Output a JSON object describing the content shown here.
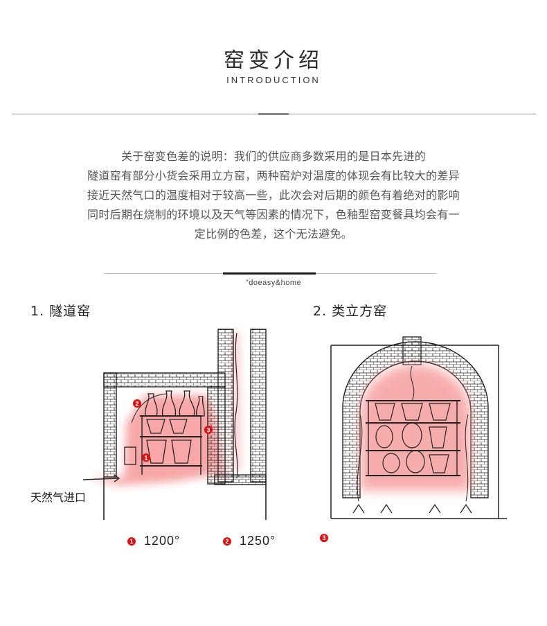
{
  "header": {
    "title": "窑变介绍",
    "subtitle": "INTRODUCTION"
  },
  "intro": {
    "lines": [
      "关于窑变色差的说明：我们的供应商多数采用的是日本先进的",
      "隧道窑有部分小货会采用立方窑，两种窑炉对温度的体现会有比较大的差异",
      "接近天然气口的温度相对于较高一些，此次会对后期的颜色有着绝对的影响",
      "同时后期在烧制的环境以及天气等因素的情况下，色釉型窑变餐具均会有一",
      "定比例的色差，这个无法避免。"
    ]
  },
  "brand": "\"doeasy&home",
  "kilns": {
    "tunnel": {
      "title": "1. 隧道窑",
      "inlet_label": "天然气进口",
      "markers": [
        "1",
        "2",
        "3"
      ]
    },
    "cube": {
      "title": "2. 类立方窑"
    }
  },
  "legend": [
    {
      "marker": "1",
      "value": "1200°"
    },
    {
      "marker": "2",
      "value": "1250°"
    },
    {
      "marker": "3",
      "value": ""
    }
  ],
  "colors": {
    "heat": "#f26a6a",
    "marker": "#dd1111",
    "sketch": "#222222"
  }
}
